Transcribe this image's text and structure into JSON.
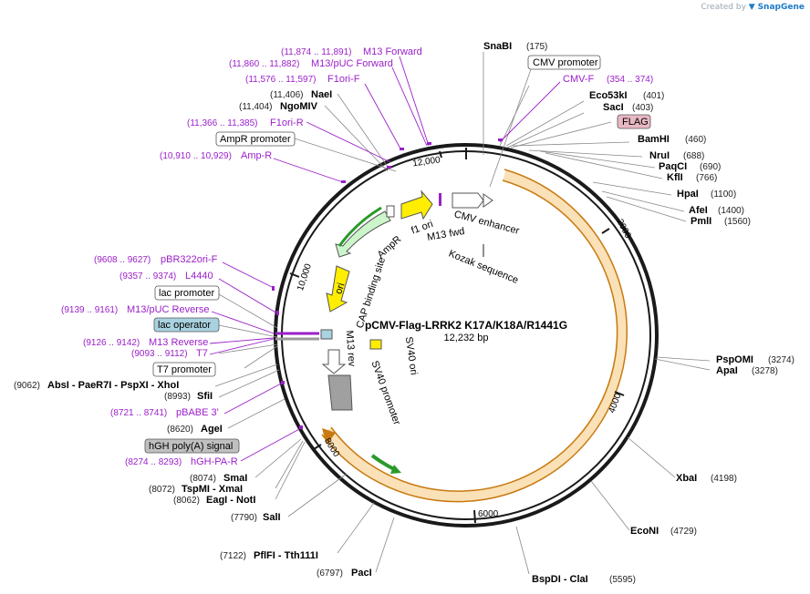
{
  "header": {
    "created_by": "Created by",
    "brand": "SnapGene"
  },
  "plasmid": {
    "name": "pCMV-Flag-LRRK2 K17A/K18A/R1441G",
    "length": "12,232 bp"
  },
  "ticks": [
    "12,000",
    "2000",
    "4000",
    "6000",
    "8000",
    "10,000"
  ],
  "sites": [
    {
      "name": "SnaBI",
      "pos": "(175)"
    },
    {
      "name": "Eco53kI",
      "pos": "(401)"
    },
    {
      "name": "SacI",
      "pos": "(403)"
    },
    {
      "name": "BamHI",
      "pos": "(460)"
    },
    {
      "name": "NruI",
      "pos": "(688)"
    },
    {
      "name": "PaqCI",
      "pos": "(690)"
    },
    {
      "name": "KflI",
      "pos": "(766)"
    },
    {
      "name": "HpaI",
      "pos": "(1100)"
    },
    {
      "name": "AfeI",
      "pos": "(1400)"
    },
    {
      "name": "PmlI",
      "pos": "(1560)"
    },
    {
      "name": "PspOMI",
      "pos": "(3274)"
    },
    {
      "name": "ApaI",
      "pos": "(3278)"
    },
    {
      "name": "XbaI",
      "pos": "(4198)"
    },
    {
      "name": "EcoNI",
      "pos": "(4729)"
    },
    {
      "name": "BspDI - ClaI",
      "pos": "(5595)"
    },
    {
      "name": "PacI",
      "pos": "(6797)"
    },
    {
      "name": "PflFI - Tth111I",
      "pos": "(7122)"
    },
    {
      "name": "SalI",
      "pos": "(7790)"
    },
    {
      "name": "EagI - NotI",
      "pos": "(8062)"
    },
    {
      "name": "TspMI - XmaI",
      "pos": "(8072)"
    },
    {
      "name": "SmaI",
      "pos": "(8074)"
    },
    {
      "name": "AgeI",
      "pos": "(8620)"
    },
    {
      "name": "SfiI",
      "pos": "(8993)"
    },
    {
      "name": "AbsI - PaeR7I - PspXI - XhoI",
      "pos": "(9062)"
    },
    {
      "name": "NaeI",
      "pos": "(11,406)"
    },
    {
      "name": "NgoMIV",
      "pos": "(11,404)"
    }
  ],
  "primers": [
    {
      "name": "M13 Forward",
      "pos": "(11,874 .. 11,891)"
    },
    {
      "name": "M13/pUC Forward",
      "pos": "(11,860 .. 11,882)"
    },
    {
      "name": "F1ori-F",
      "pos": "(11,576 .. 11,597)"
    },
    {
      "name": "F1ori-R",
      "pos": "(11,366 .. 11,385)"
    },
    {
      "name": "Amp-R",
      "pos": "(10,910 .. 10,929)"
    },
    {
      "name": "CMV-F",
      "pos": "(354 .. 374)"
    },
    {
      "name": "pBR322ori-F",
      "pos": "(9608 .. 9627)"
    },
    {
      "name": "L4440",
      "pos": "(9357 .. 9374)"
    },
    {
      "name": "M13/pUC Reverse",
      "pos": "(9139 .. 9161)"
    },
    {
      "name": "M13 Reverse",
      "pos": "(9126 .. 9142)"
    },
    {
      "name": "T7",
      "pos": "(9093 .. 9112)"
    },
    {
      "name": "pBABE 3'",
      "pos": "(8721 .. 8741)"
    },
    {
      "name": "hGH-PA-R",
      "pos": "(8274 .. 8293)"
    }
  ],
  "boxes": {
    "cmv_promoter": "CMV promoter",
    "flag": "FLAG",
    "ampr_promoter": "AmpR promoter",
    "lac_promoter": "lac promoter",
    "lac_operator": "lac operator",
    "t7_promoter": "T7 promoter",
    "hgh_polya": "hGH poly(A) signal"
  },
  "features": {
    "f1_ori": "f1 ori",
    "m13_fwd": "M13 fwd",
    "cmv_enhancer": "CMV enhancer",
    "kozak": "Kozak sequence",
    "ampr": "AmpR",
    "ori": "ori",
    "cap_binding": "CAP binding site",
    "m13_rev": "M13 rev",
    "sv40_ori": "SV40 ori",
    "sv40_promoter": "SV40 promoter"
  },
  "colors": {
    "backbone": "#1a1a1a",
    "insert_fill": "#fff3dc",
    "insert_stroke": "#f0a830",
    "primer": "#9b1fc9",
    "ampr_fill": "#ccf5cc",
    "ori_fill": "#ffee00",
    "flag_fill": "#e8b8c4",
    "lac_operator_fill": "#a9d2e0",
    "hgh_fill": "#c0c0c0"
  }
}
